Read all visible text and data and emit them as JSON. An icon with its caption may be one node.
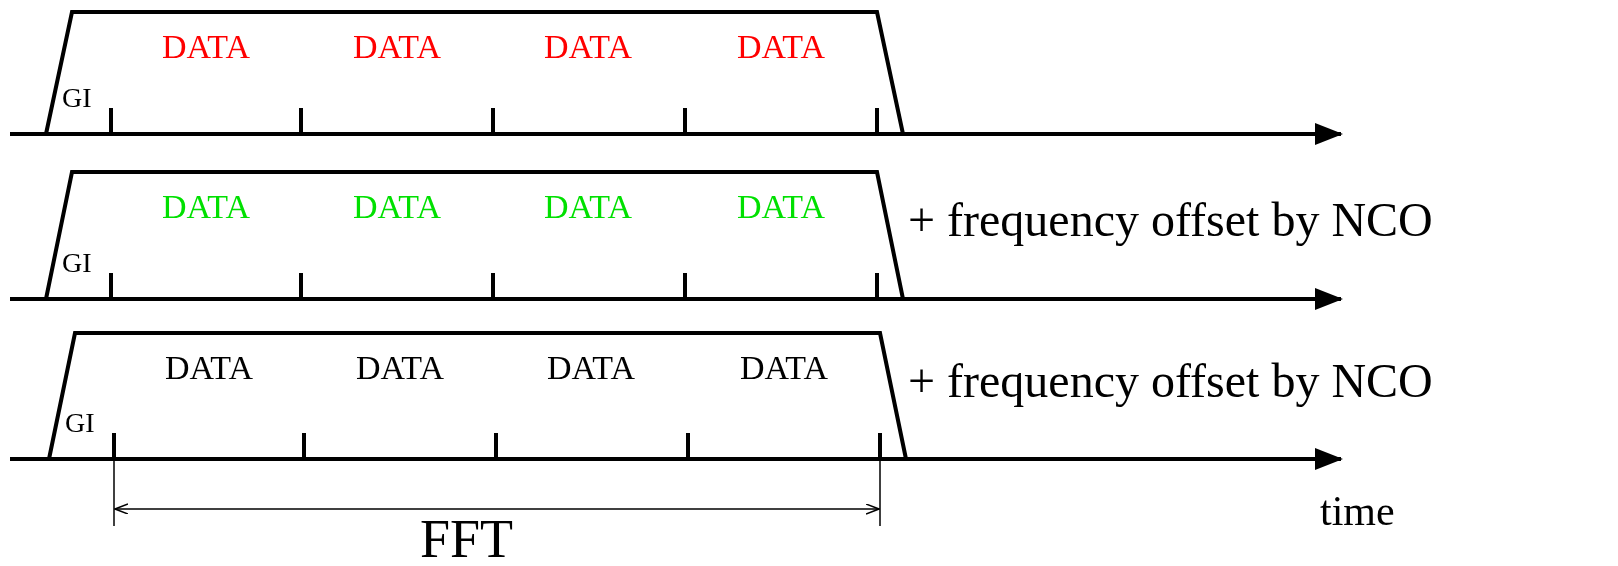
{
  "diagram": {
    "nodes": [
      {
        "text": [
          "DATA",
          "DATA",
          "DATA",
          "DATA",
          "GI"
        ]
      },
      {
        "text": [
          "DATA",
          "DATA",
          "DATA",
          "DATA",
          "GI"
        ],
        "beside": [
          "+ frequency offset by NCO"
        ]
      },
      {
        "text": [
          "DATA",
          "DATA",
          "DATA",
          "DATA",
          "GI"
        ],
        "beside": [
          "+ frequency offset by NCO"
        ]
      }
    ],
    "edges": [],
    "labels": [
      "time",
      "FFT"
    ]
  }
}
